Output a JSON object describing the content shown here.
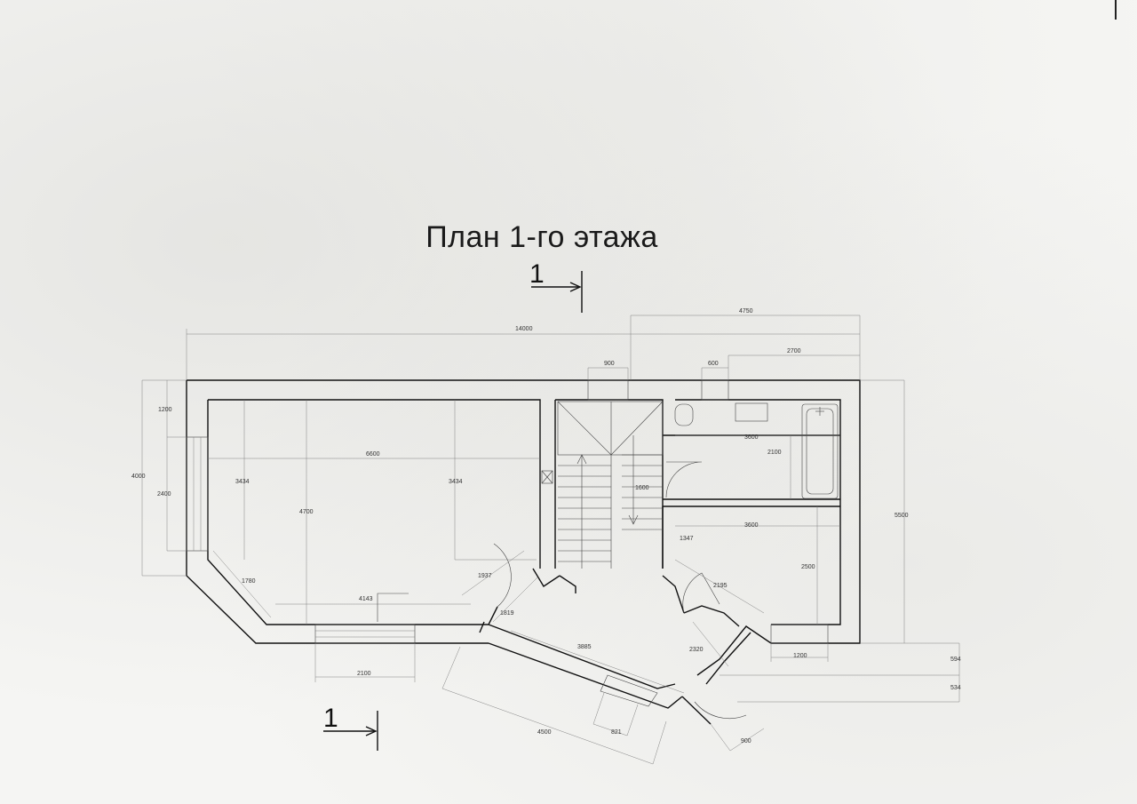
{
  "title": "План 1-го этажа",
  "section_marker": "1",
  "dimensions": {
    "d14000": "14000",
    "d4750": "4750",
    "d2700": "2700",
    "d900_top": "900",
    "d600_top": "600",
    "d1200_left": "1200",
    "d4000": "4000",
    "d2400": "2400",
    "d6600": "6600",
    "d3434_a": "3434",
    "d3434_b": "3434",
    "d4700": "4700",
    "d1780": "1780",
    "d4143": "4143",
    "d1937": "1937",
    "d1819": "1819",
    "d3885": "3885",
    "d2100_bottom": "2100",
    "d4500": "4500",
    "d821": "821",
    "d900_bottom": "900",
    "d2320": "2320",
    "d2195": "2195",
    "d1347": "1347",
    "d3600_a": "3600",
    "d3600_b": "3600",
    "d2100_bath": "2100",
    "d2500": "2500",
    "d5500": "5500",
    "d1200_bottom": "1200",
    "d594": "594",
    "d534": "534",
    "d1600": "1600"
  }
}
